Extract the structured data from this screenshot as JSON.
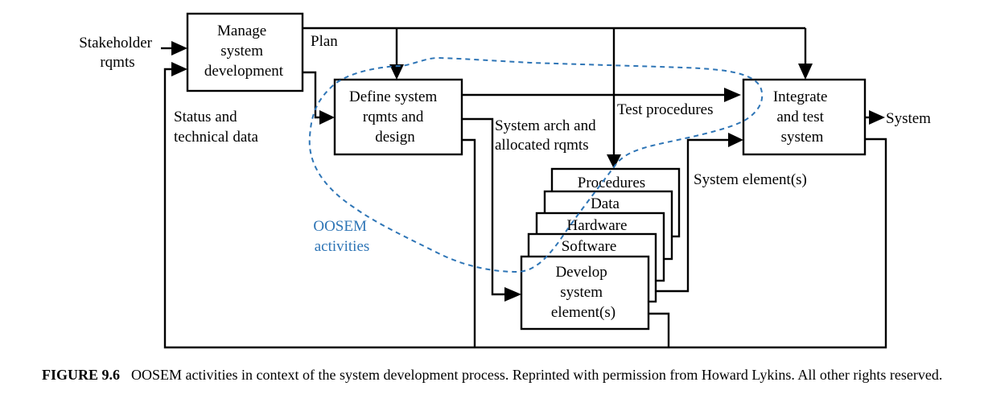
{
  "diagram": {
    "labels": {
      "stakeholder_line1": "Stakeholder",
      "stakeholder_line2": "rqmts",
      "plan": "Plan",
      "status_line1": "Status and",
      "status_line2": "technical data",
      "test_procedures": "Test procedures",
      "arch_line1": "System arch and",
      "arch_line2": "allocated rqmts",
      "system_elements": "System element(s)",
      "system_output": "System",
      "oosem_line1": "OOSEM",
      "oosem_line2": "activities"
    },
    "boxes": {
      "manage": [
        "Manage",
        "system",
        "development"
      ],
      "define": [
        "Define system",
        "rqmts and",
        "design"
      ],
      "integrate": [
        "Integrate",
        "and test",
        "system"
      ],
      "procedures": "Procedures",
      "data": "Data",
      "hardware": "Hardware",
      "software": "Software",
      "develop": [
        "Develop",
        "system",
        "element(s)"
      ]
    },
    "colors": {
      "line": "#000000",
      "oosem_boundary": "#2e75b6"
    }
  },
  "caption": {
    "figure_label": "FIGURE 9.6",
    "text": "OOSEM activities in context of the system development process. Reprinted with permission from Howard Lykins. All other rights reserved."
  }
}
